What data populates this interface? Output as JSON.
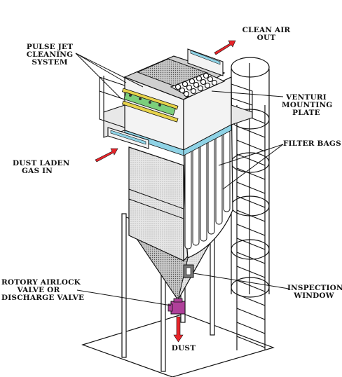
{
  "labels": {
    "pulse_jet": "PULSE JET\nCLEANING\nSYSTEM",
    "clean_air": "CLEAN AIR\nOUT",
    "venturi": "VENTURI\nMOUNTING\nPLATE",
    "filter_bags": "FILTER BAGS",
    "dust_laden": "DUST LADEN\nGAS IN",
    "rotory": "ROTORY AIRLOCK\nVALVE OR\nDISCHARGE VALVE",
    "inspection": "INSPECTION\nWINDOW",
    "dust": "DUST"
  },
  "colors": {
    "arrow_red": "#e8242a",
    "accent_blue": "#8fd3e6",
    "valve_purple": "#b0409a",
    "yellow_bar": "#e8d34a",
    "line": "#111111"
  }
}
